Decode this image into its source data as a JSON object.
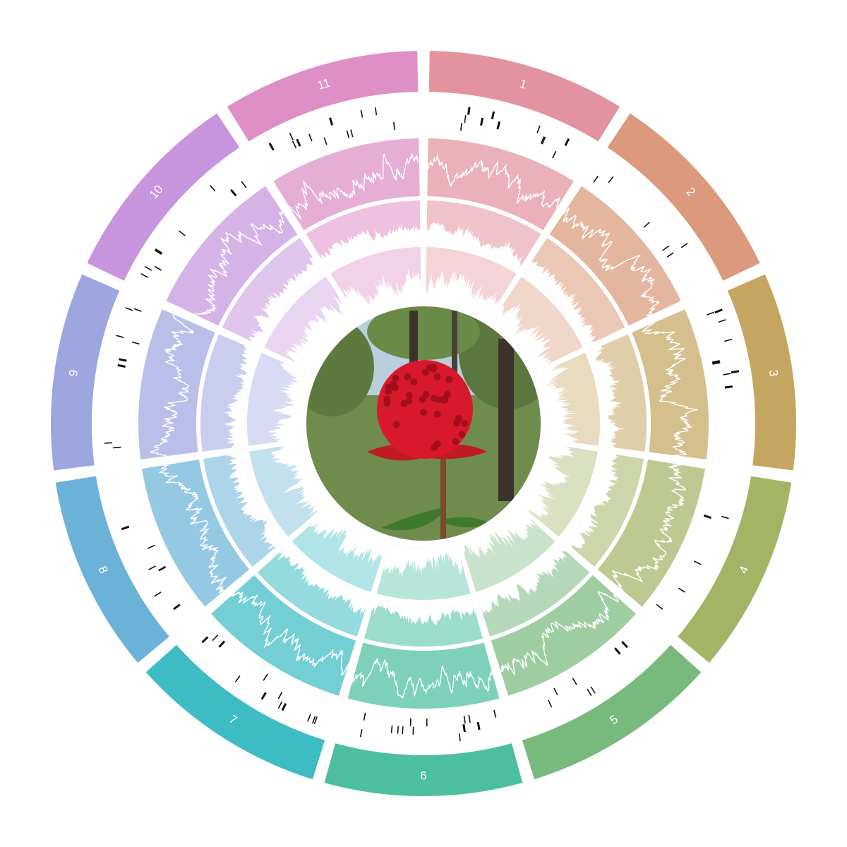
{
  "chromosomes": [
    {
      "label": "1",
      "color": "#E3929F"
    },
    {
      "label": "2",
      "color": "#DA9A7B"
    },
    {
      "label": "3",
      "color": "#C5A661"
    },
    {
      "label": "4",
      "color": "#A3B465"
    },
    {
      "label": "5",
      "color": "#78BA7E"
    },
    {
      "label": "6",
      "color": "#4BBF9F"
    },
    {
      "label": "7",
      "color": "#3DBCC3"
    },
    {
      "label": "8",
      "color": "#6AB2D8"
    },
    {
      "label": "9",
      "color": "#9EA6E0"
    },
    {
      "label": "10",
      "color": "#C695DD"
    },
    {
      "label": "11",
      "color": "#DE8FC5"
    }
  ],
  "center_image": {
    "name": "waratah-flower-photo",
    "sky": "#b9cfdc",
    "foliage": "#6f8c4c",
    "bloom": "#d8192b",
    "trunk": "#3b332c"
  }
}
